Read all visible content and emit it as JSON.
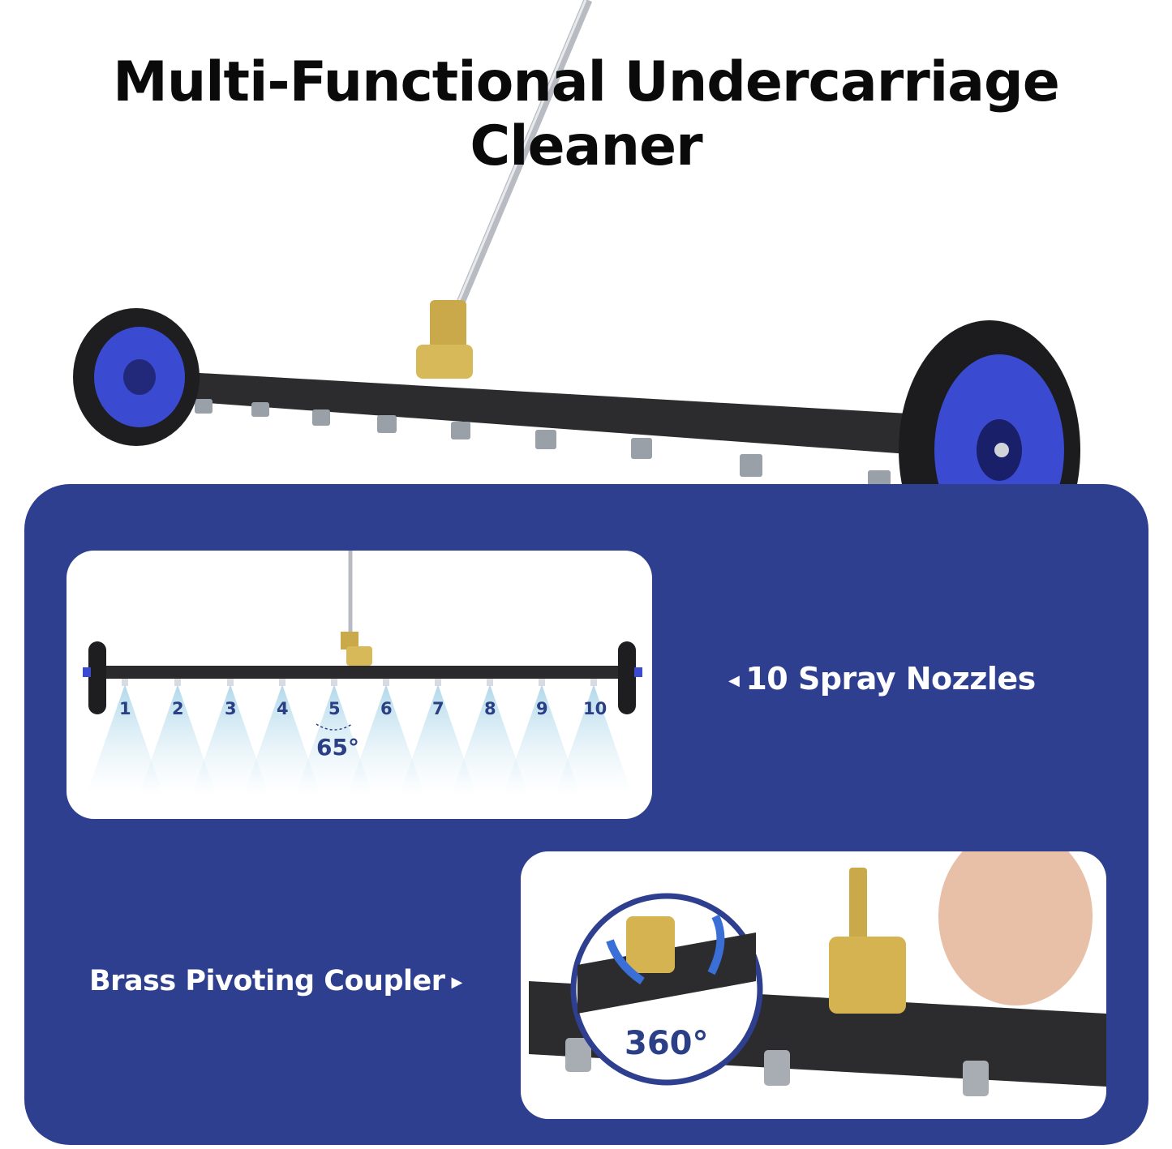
{
  "header": {
    "title": "Multi-Functional Undercarriage Cleaner"
  },
  "features": [
    {
      "label": "10 Spray Nozzles",
      "arrow": "left-triangle-icon"
    },
    {
      "label": "Brass Pivoting Coupler",
      "arrow": "right-triangle-icon"
    }
  ],
  "nozzle_diagram": {
    "nozzle_numbers": [
      "1",
      "2",
      "3",
      "4",
      "5",
      "6",
      "7",
      "8",
      "9",
      "10"
    ],
    "spray_angle": "65°"
  },
  "coupler_detail": {
    "rotation": "360°"
  },
  "colors": {
    "panel": "#2e3f8f",
    "text_dark": "#0a0a0a",
    "accent_blue": "#2a3f86",
    "brass": "#c9a94a"
  }
}
